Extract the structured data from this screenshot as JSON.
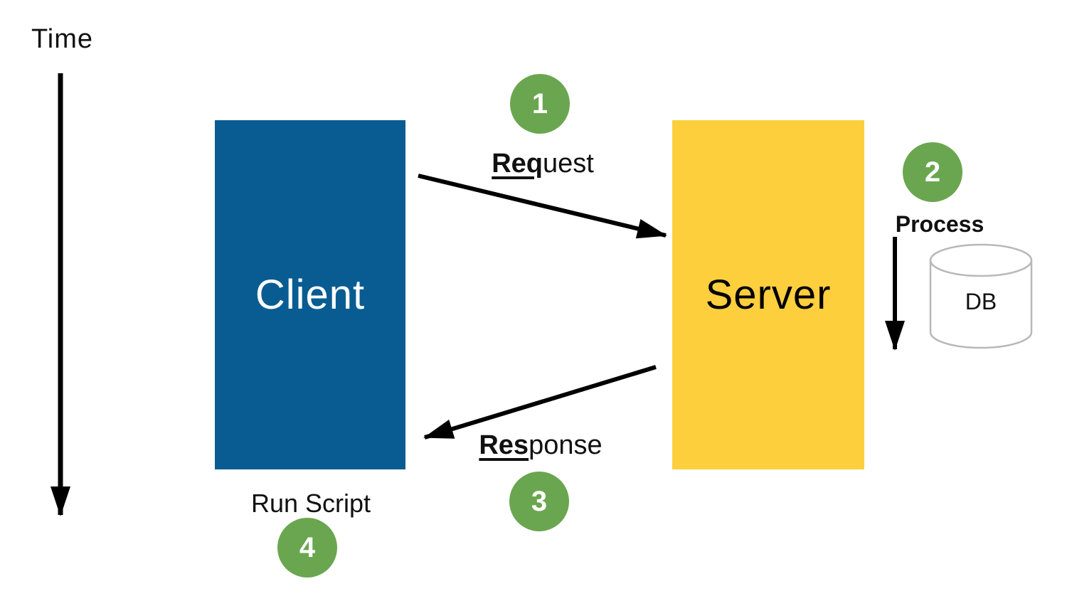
{
  "diagram": {
    "time_axis_label": "Time",
    "client_label": "Client",
    "server_label": "Server",
    "db_label": "DB",
    "steps": [
      {
        "number": "1",
        "label_emphasis": "Req",
        "label_rest": "uest"
      },
      {
        "number": "2",
        "label": "Process"
      },
      {
        "number": "3",
        "label_emphasis": "Res",
        "label_rest": "ponse"
      },
      {
        "number": "4",
        "label": "Run Script"
      }
    ]
  },
  "colors": {
    "client_box": "#095C92",
    "server_box": "#FDCF3D",
    "step_badge": "#6AA64F",
    "arrow": "#000000",
    "db_outline": "#B8B8B8"
  }
}
